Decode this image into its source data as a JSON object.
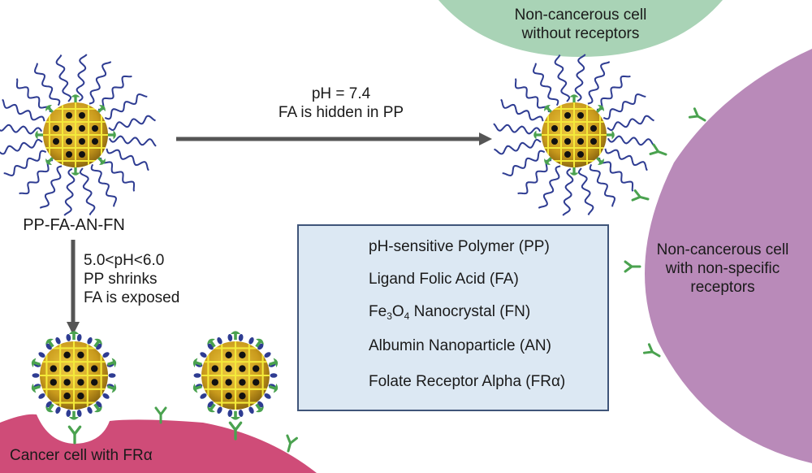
{
  "figure": {
    "colors": {
      "polymer": "#2e3c92",
      "ligand": "#4aa24f",
      "nanocrystal": "#111111",
      "albumin": "#d3a41e",
      "albumin_grid": "#f4ea3a",
      "receptor": "#4aa24f",
      "arrow": "#555555",
      "cancer_cell": "#cf4c78",
      "noncancer_receptor_cell": "#b98ab9",
      "noncancer_plain_cell": "#a9d3b6",
      "legend_bg": "#dce8f3",
      "legend_border": "#3f5579"
    },
    "labels": {
      "initial_particle": "PP-FA-AN-FN",
      "neutral_ph_line1": "pH = 7.4",
      "neutral_ph_line2": "FA is hidden in PP",
      "acidic_ph_line1": "5.0<pH<6.0",
      "acidic_ph_line2": "PP shrinks",
      "acidic_ph_line3": "FA is exposed",
      "cancer_cell": "Cancer cell with FRα",
      "plain_cell_line1": "Non-cancerous cell",
      "plain_cell_line2": "without receptors",
      "receptor_cell_line1": "Non-cancerous cell",
      "receptor_cell_line2": "with non-specific",
      "receptor_cell_line3": "receptors"
    },
    "legend": {
      "items": [
        {
          "icon": "polymer-wave-icon",
          "text": "pH-sensitive Polymer (PP)"
        },
        {
          "icon": "folic-acid-ligand-icon",
          "text": "Ligand Folic Acid (FA)"
        },
        {
          "icon": "nanocrystal-dot-icon",
          "text_prefix": "Fe",
          "sub1": "3",
          "text_mid": "O",
          "sub2": "4",
          "text_suffix": " Nanocrystal (FN)"
        },
        {
          "icon": "albumin-nanoparticle-icon",
          "text": "Albumin Nanoparticle (AN)"
        },
        {
          "icon": "folate-receptor-icon",
          "text": "Folate Receptor Alpha (FRα)"
        }
      ]
    }
  }
}
